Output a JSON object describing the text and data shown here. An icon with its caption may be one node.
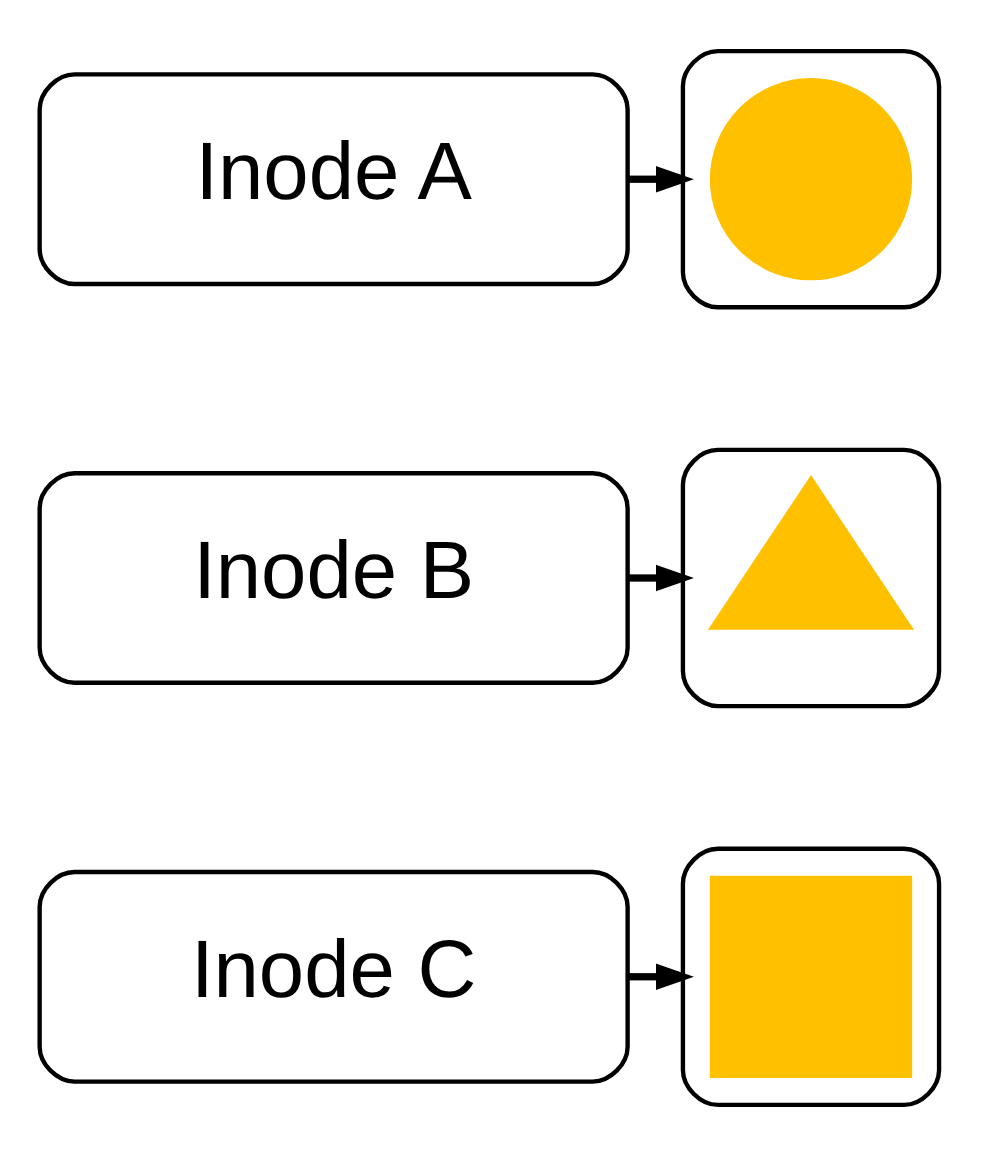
{
  "diagram": {
    "nodes": [
      {
        "text": [
          "Inode A"
        ]
      },
      {
        "text": [],
        "shape": "box"
      },
      {
        "text": [],
        "shape": "circle",
        "in": 1
      },
      {
        "text": [
          "Inode B"
        ]
      },
      {
        "text": [],
        "shape": "box"
      },
      {
        "text": [],
        "shape": "triangle",
        "in": 4
      },
      {
        "text": [
          "Inode C"
        ]
      },
      {
        "text": [],
        "shape": "box"
      },
      {
        "text": [],
        "shape": "square",
        "in": 7
      }
    ],
    "edges": [
      {
        "from": 0,
        "to": 1,
        "arrow": "to"
      },
      {
        "from": 3,
        "to": 4,
        "arrow": "to"
      },
      {
        "from": 6,
        "to": 7,
        "arrow": "to"
      }
    ]
  }
}
